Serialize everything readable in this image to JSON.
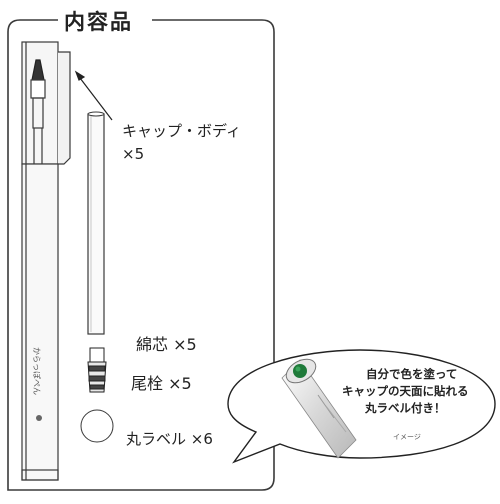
{
  "title": "内容品",
  "items": {
    "cap_body_line1": "キャップ・ボディ",
    "cap_body_line2": "×5",
    "wick": "綿芯 ×5",
    "plug": "尾栓 ×5",
    "round_label": "丸ラベル ×6"
  },
  "bubble": {
    "line1": "自分で色を塗って",
    "line2": "キャップの天面に貼れる",
    "line3": "丸ラベル付き！",
    "caption": "イメージ"
  },
  "pen_body_text": "からっぽぺん",
  "colors": {
    "outline": "#3a3a3a",
    "pen_fill": "#f7f7f7",
    "label_dot": "#1f7a3a"
  }
}
